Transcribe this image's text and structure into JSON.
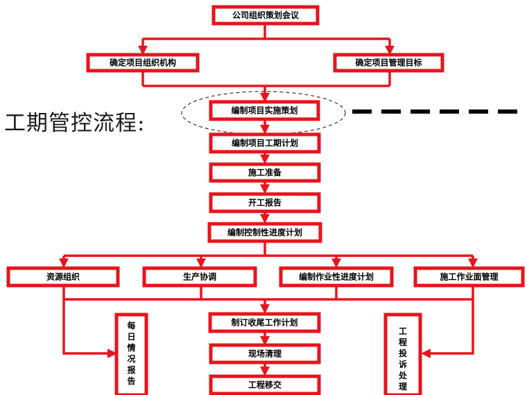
{
  "title": "工期管控流程:",
  "colors": {
    "accent": "#e8141c",
    "text": "#000000",
    "background": "#ffffff"
  },
  "boxes": {
    "meeting": "公司组织策划会议",
    "org_structure": "确定项目组织机构",
    "mgmt_goals": "确定项目管理目标",
    "impl_plan": "编制项目实施策划",
    "schedule_plan": "编制项目工期计划",
    "construction_prep": "施工准备",
    "start_report": "开工报告",
    "control_schedule": "编制控制性进度计划",
    "resource_org": "资源组织",
    "production_coord": "生产协调",
    "work_schedule": "编制作业性进度计划",
    "work_surface": "施工作业面管理",
    "closing_plan": "制订收尾工作计划",
    "site_cleanup": "现场清理",
    "handover": "工程移交",
    "daily_report": "每日情况报告",
    "complaint_handling": "工程投诉处理"
  }
}
